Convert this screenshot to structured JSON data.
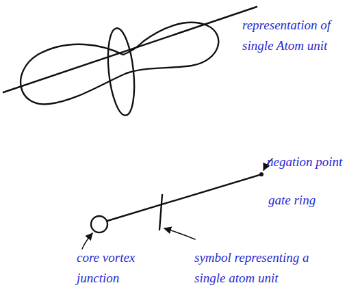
{
  "diagram": {
    "labels": [
      "representation of single Atom unit",
      "negation point",
      "gate ring",
      "core vortex junction",
      "symbol representing a single atom unit"
    ]
  }
}
